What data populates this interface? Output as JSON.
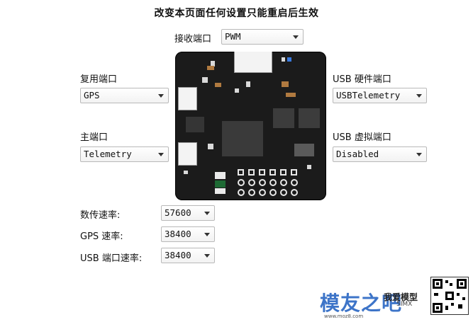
{
  "header": {
    "title": "改变本页面任何设置只能重启后生效"
  },
  "receiver_port": {
    "label": "接收端口",
    "value": "PWM"
  },
  "flexi_port": {
    "label": "复用端口",
    "value": "GPS"
  },
  "main_port": {
    "label": "主端口",
    "value": "Telemetry"
  },
  "usb_hid_port": {
    "label": "USB 硬件端口",
    "value": "USBTelemetry"
  },
  "usb_vcp_port": {
    "label": "USB 虚拟端口",
    "value": "Disabled"
  },
  "speeds": {
    "telemetry": {
      "label": "数传速率:",
      "value": "57600"
    },
    "gps": {
      "label": "GPS 速率:",
      "value": "38400"
    },
    "usb": {
      "label": "USB 端口速率:",
      "value": "38400"
    }
  },
  "watermark": {
    "text": "模友之吧",
    "url": "www.moz8.com",
    "brand": "我爱模型",
    "brand2": "5IMX"
  },
  "colors": {
    "board": "#1b1b1b",
    "watermark_blue": "#3d74c8",
    "select_border": "#b9b9b9"
  }
}
